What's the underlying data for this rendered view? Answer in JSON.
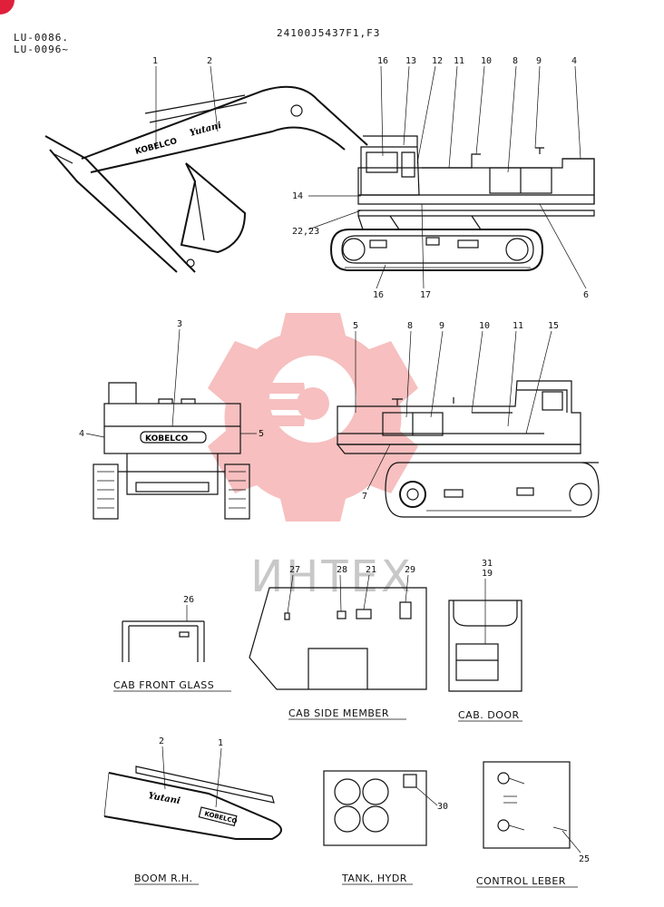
{
  "header": {
    "model_line1": "LU-0086.",
    "model_line2": "LU-0096~",
    "part_number": "24100J5437F1,F3"
  },
  "watermark": {
    "text": "ИНТЕХ",
    "color": "#e94b4b"
  },
  "brand": {
    "kobelco": "KOBELCO",
    "yutani": "Yutani"
  },
  "side_view_callouts": [
    "1",
    "2",
    "16",
    "13",
    "12",
    "11",
    "10",
    "8",
    "9",
    "4",
    "14",
    "22,23",
    "16",
    "17",
    "6"
  ],
  "rear_view_callouts": [
    "3",
    "4",
    "5",
    "5",
    "8",
    "9",
    "10",
    "11",
    "15",
    "7"
  ],
  "detail_callouts": {
    "cab_front_glass": [
      "26"
    ],
    "cab_side_member": [
      "27",
      "28",
      "21",
      "29"
    ],
    "cab_door": [
      "31",
      "19"
    ],
    "boom_rh": [
      "2",
      "1"
    ],
    "tank_hydr": [
      "30"
    ],
    "control_leber": [
      "25"
    ]
  },
  "captions": {
    "cab_front_glass": "CAB FRONT GLASS",
    "cab_side_member": "CAB SIDE MEMBER",
    "cab_door": "CAB. DOOR",
    "boom_rh": "BOOM R.H.",
    "tank_hydr": "TANK, HYDR",
    "control_leber": "CONTROL LEBER"
  }
}
